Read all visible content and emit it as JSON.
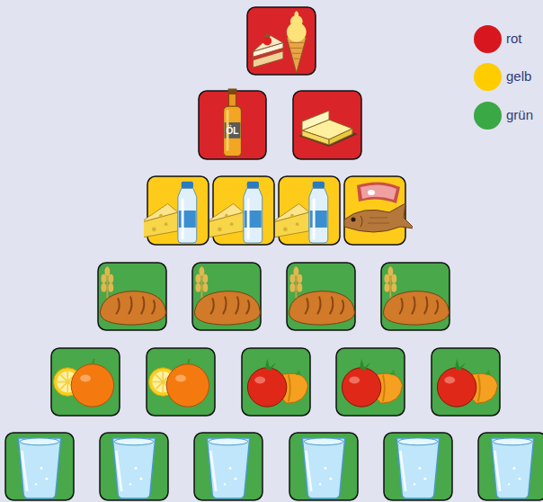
{
  "diagram": {
    "labels": [
      "ÖL"
    ],
    "legend": [
      {
        "text": "rot",
        "color": "#d8161e"
      },
      {
        "text": "gelb",
        "color": "#ffcc00"
      },
      {
        "text": "grün",
        "color": "#3aa845"
      }
    ]
  }
}
